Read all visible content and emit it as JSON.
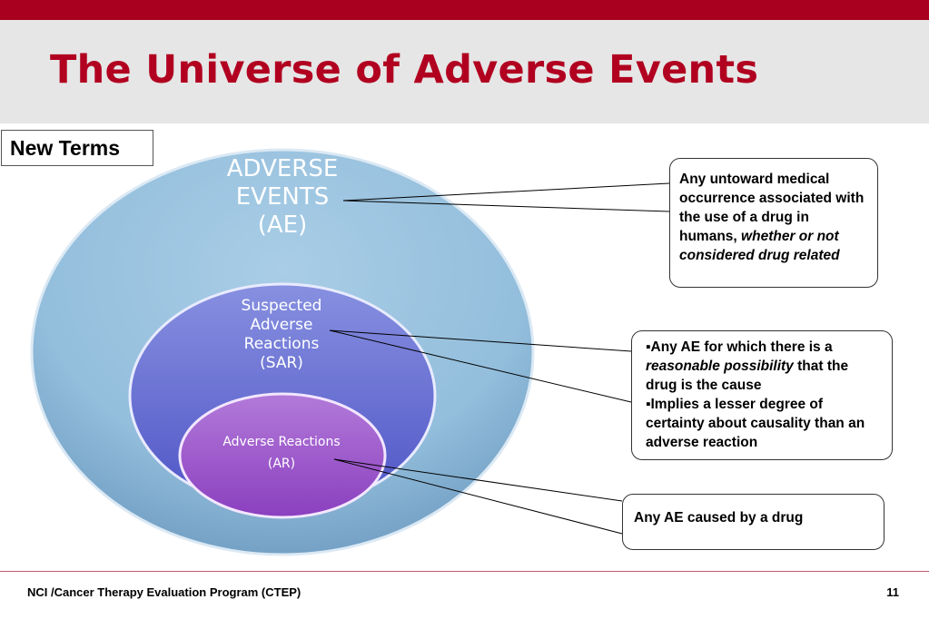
{
  "slide": {
    "title": "The Universe of Adverse Events",
    "badge": "New Terms"
  },
  "colors": {
    "accent": "#a8001e",
    "title": "#b10020",
    "ae_circle": "#9cc4e0",
    "sar_circle": "#6a6fd6",
    "ar_circle": "#9a4fc9"
  },
  "venn": {
    "ae": {
      "lines": [
        "ADVERSE",
        "EVENTS",
        "(AE)"
      ]
    },
    "sar": {
      "lines": [
        "Suspected",
        "Adverse",
        "Reactions",
        "(SAR)"
      ]
    },
    "ar": {
      "lines": [
        "Adverse Reactions",
        "(AR)"
      ]
    }
  },
  "callouts": {
    "ae": {
      "text": "Any untoward medical occurrence associated with the use of a drug in humans, ",
      "italic": "whether or not considered drug related"
    },
    "sar": {
      "bullet_1_pre": "Any AE for which there is a ",
      "bullet_1_italic": "reasonable possibility",
      "bullet_1_post": " that the drug is the cause",
      "bullet_2": "Implies a lesser degree of certainty about causality than an adverse reaction",
      "bullet_glyph": "▪"
    },
    "ar": {
      "text": "Any AE caused by a drug"
    }
  },
  "footer": {
    "text": "NCI /Cancer Therapy Evaluation Program (CTEP)",
    "page": "11"
  }
}
